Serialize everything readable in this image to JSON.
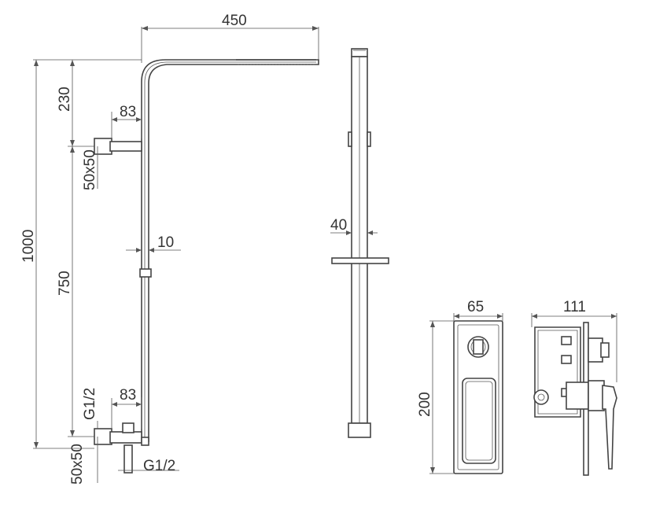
{
  "dimensions": {
    "head_width": "450",
    "head_height": "230",
    "total_height": "1000",
    "outlet_top_offset": "83",
    "bracket_top": "50x50",
    "column_length": "750",
    "pipe_dia": "10",
    "thread_side": "G1/2",
    "outlet_bottom_offset": "83",
    "bracket_bottom": "50x50",
    "thread_bottom": "G1/2",
    "rail_width": "40",
    "valve_width": "65",
    "valve_height": "200",
    "valve_depth": "111"
  },
  "colors": {
    "line": "#444444",
    "dimension": "#555555",
    "background": "#ffffff"
  }
}
